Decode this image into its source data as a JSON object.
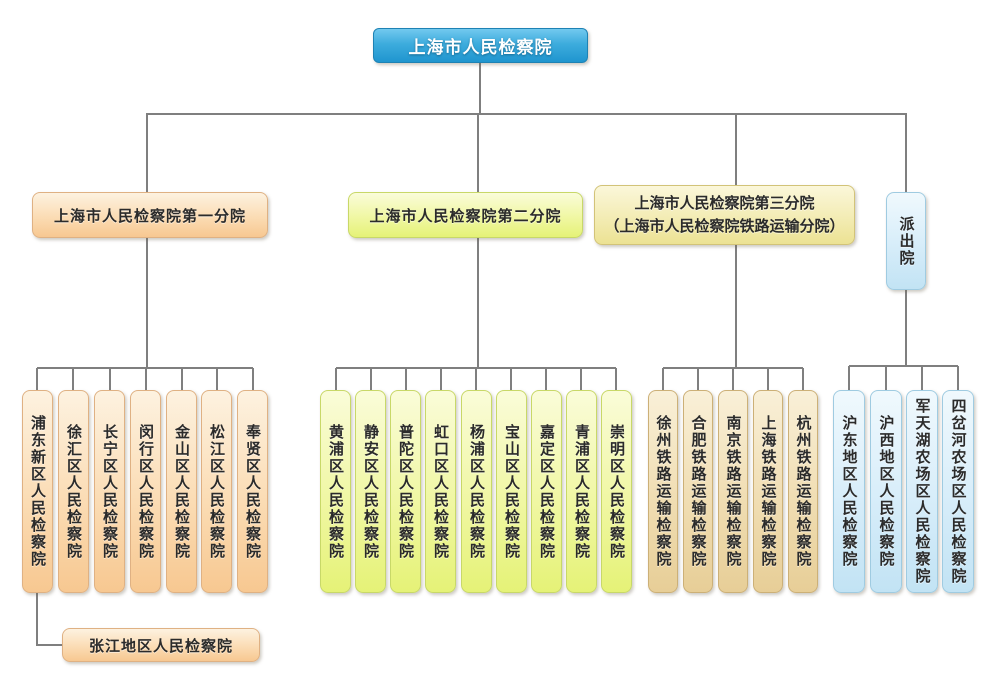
{
  "root": {
    "label": "上海市人民检察院"
  },
  "branches": [
    {
      "label": "上海市人民检察院第一分院",
      "children": [
        "浦东新区人民检察院",
        "徐汇区人民检察院",
        "长宁区人民检察院",
        "闵行区人民检察院",
        "金山区人民检察院",
        "松江区人民检察院",
        "奉贤区人民检察院"
      ],
      "sub_office": "张江地区人民检察院"
    },
    {
      "label": "上海市人民检察院第二分院",
      "children": [
        "黄浦区人民检察院",
        "静安区人民检察院",
        "普陀区人民检察院",
        "虹口区人民检察院",
        "杨浦区人民检察院",
        "宝山区人民检察院",
        "嘉定区人民检察院",
        "青浦区人民检察院",
        "崇明区人民检察院"
      ]
    },
    {
      "label_line1": "上海市人民检察院第三分院",
      "label_line2": "（上海市人民检察院铁路运输分院）",
      "children": [
        "徐州铁路运输检察院",
        "合肥铁路运输检察院",
        "南京铁路运输检察院",
        "上海铁路运输检察院",
        "杭州铁路运输检察院"
      ]
    },
    {
      "label": "派出院",
      "children": [
        "沪东地区人民检察院",
        "沪西地区人民检察院",
        "军天湖农场区人民检察院",
        "四岔河农场区人民检察院"
      ]
    }
  ],
  "colors": {
    "root_blue": "#2f9fd4",
    "branch1_peach": "#f9d3a4",
    "branch2_green": "#e9f37f",
    "branch3_yellow": "#efe5a5",
    "branch3_children_tan": "#ecd8a9",
    "branch4_blue": "#cfe8f6",
    "connector_gray": "#7f7f7f",
    "text": "#2b2b2b"
  }
}
